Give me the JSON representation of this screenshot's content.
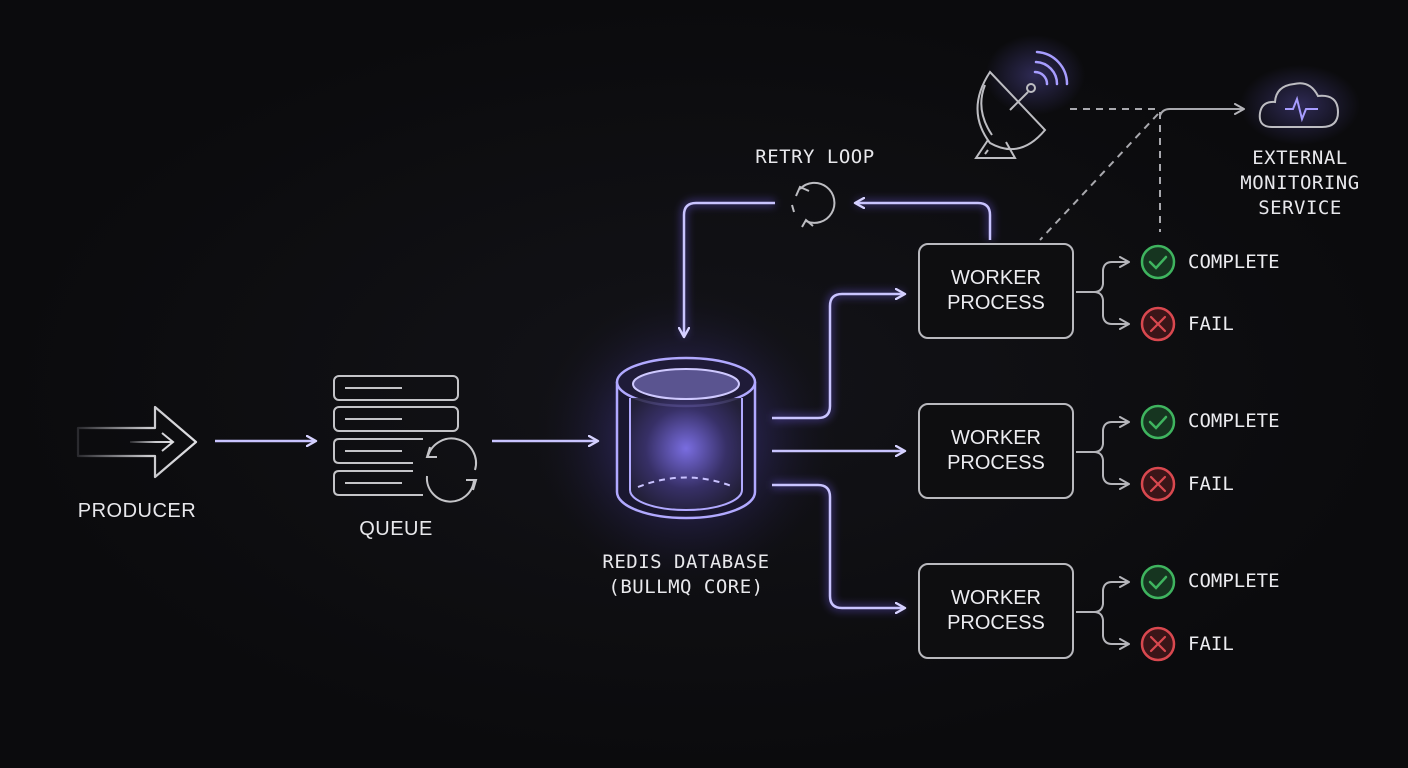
{
  "nodes": {
    "producer": {
      "label": "PRODUCER",
      "icon": "arrow-right-icon"
    },
    "queue": {
      "label": "QUEUE",
      "icon": "queue-stack-icon"
    },
    "redis": {
      "label": "REDIS DATABASE\n(BULLMQ CORE)",
      "icon": "database-cylinder-icon"
    },
    "retry": {
      "label": "RETRY LOOP",
      "icon": "retry-icon"
    },
    "monitoring": {
      "label": "EXTERNAL\nMONITORING\nSERVICE",
      "icon": "cloud-pulse-icon"
    },
    "satellite": {
      "icon": "satellite-dish-icon"
    }
  },
  "workers": [
    {
      "label": "WORKER\nPROCESS",
      "outcomes": [
        {
          "label": "COMPLETE",
          "status": "success"
        },
        {
          "label": "FAIL",
          "status": "failure"
        }
      ]
    },
    {
      "label": "WORKER\nPROCESS",
      "outcomes": [
        {
          "label": "COMPLETE",
          "status": "success"
        },
        {
          "label": "FAIL",
          "status": "failure"
        }
      ]
    },
    {
      "label": "WORKER\nPROCESS",
      "outcomes": [
        {
          "label": "COMPLETE",
          "status": "success"
        },
        {
          "label": "FAIL",
          "status": "failure"
        }
      ]
    }
  ],
  "colors": {
    "accent": "#b9b4ff",
    "glow": "#6c5ce7",
    "success": "#3fb45f",
    "failure": "#d9484f",
    "line_gray": "#b5b5ba"
  }
}
